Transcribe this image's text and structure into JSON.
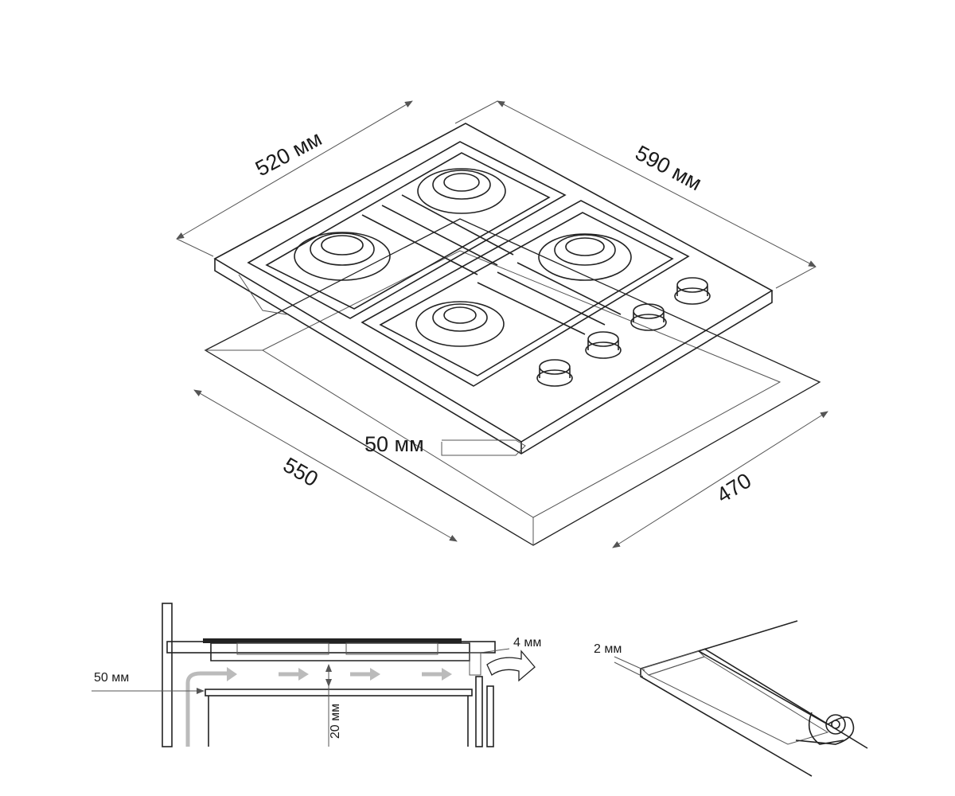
{
  "top_diagram": {
    "dim_depth": "520 мм",
    "dim_width": "590 мм",
    "dim_gap": "50 мм",
    "cutout_width": "550",
    "cutout_depth": "470"
  },
  "side_section": {
    "dim_side_gap": "50 мм",
    "dim_rear_gap": "4 мм",
    "dim_air_gap": "20 мм"
  },
  "seal_detail": {
    "dim_seal": "2 мм"
  }
}
